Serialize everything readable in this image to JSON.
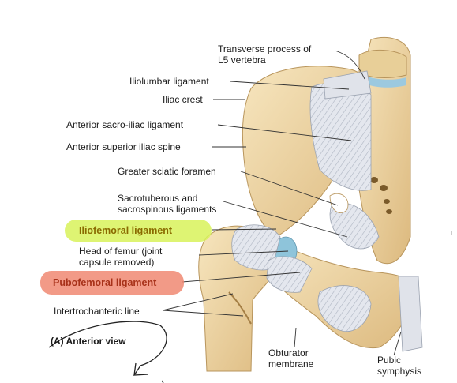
{
  "figure": {
    "caption": "(A) Anterior view",
    "labels": {
      "transverse_process": [
        "Transverse process of",
        "L5 vertebra"
      ],
      "iliolumbar": "Iliolumbar ligament",
      "iliac_crest": "Iliac crest",
      "anterior_si": "Anterior sacro-iliac ligament",
      "asis": "Anterior superior iliac spine",
      "greater_sciatic": "Greater sciatic foramen",
      "sacrotuberous": [
        "Sacrotuberous and",
        "sacrospinous ligaments"
      ],
      "iliofemoral": "Iliofemoral ligament",
      "head_femur": [
        "Head of femur (joint",
        "capsule removed)"
      ],
      "pubofemoral": "Pubofemoral ligament",
      "intertrochanteric": "Intertrochanteric line",
      "obturator": [
        "Obturator",
        "membrane"
      ],
      "pubic_symphysis": [
        "Pubic",
        "symphysis"
      ]
    },
    "highlights": {
      "iliofemoral_color": "#d8f25a",
      "pubofemoral_color": "#f08872",
      "iliofemoral_text_color": "#8a6a00",
      "pubofemoral_text_color": "#a8321a"
    },
    "colors": {
      "bone": "#eed7a6",
      "bone_shade": "#d9b97e",
      "ligament": "#dfe3ea",
      "ligament_line": "#9aa2b0",
      "cartilage": "#7fbcd6"
    }
  }
}
